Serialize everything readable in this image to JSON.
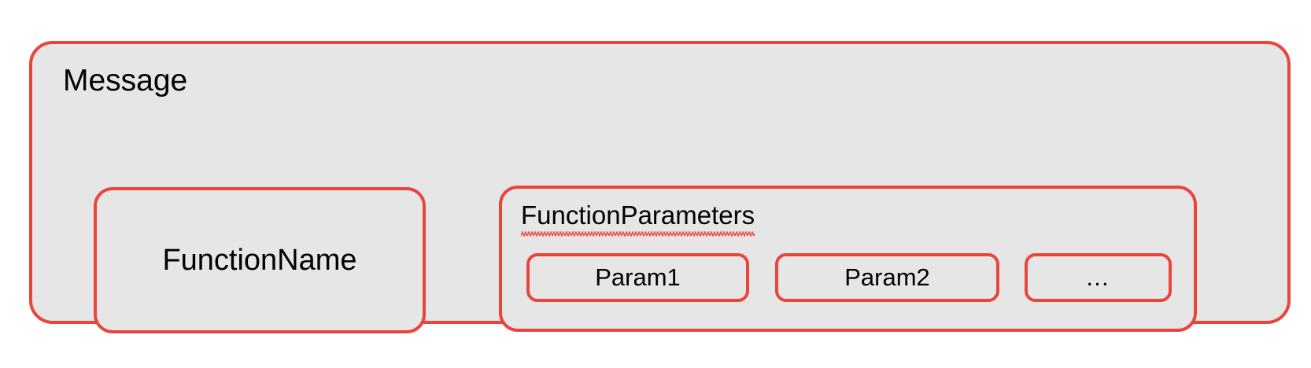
{
  "diagram": {
    "title": "Message",
    "colors": {
      "border": "#e8453c",
      "fill": "#e6e6e6",
      "page_background": "#ffffff",
      "text": "#000000",
      "spellcheck_underline": "#ec4b43"
    },
    "message_box": {
      "label": "Message"
    },
    "function_name_box": {
      "label": "FunctionName"
    },
    "function_parameters_box": {
      "label": "FunctionParameters",
      "has_spellcheck_underline": true,
      "parameters": [
        {
          "label": "Param1"
        },
        {
          "label": "Param2"
        },
        {
          "label": "…"
        }
      ]
    }
  }
}
